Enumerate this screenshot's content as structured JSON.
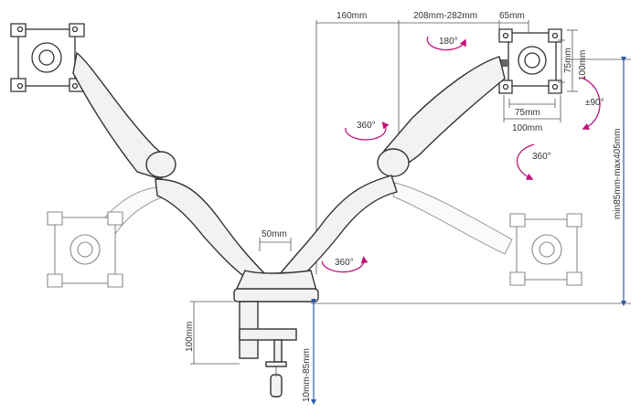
{
  "dimensions": {
    "top_offset": "160mm",
    "top_reach": "208mm-282mm",
    "top_plate": "65mm",
    "vesa_height": "75mm",
    "vesa_height_large": "100mm",
    "vesa_width": "75mm",
    "vesa_width_large": "100mm",
    "center_gap": "50mm",
    "clamp_height": "100mm",
    "clamp_range": "10mm-85mm",
    "height_range": "min85mm-max405mm"
  },
  "rotations": {
    "top_rotation": "180°",
    "tilt": "±90°",
    "left_swivel": "360°",
    "right_swivel": "360°",
    "base_swivel": "360°"
  }
}
